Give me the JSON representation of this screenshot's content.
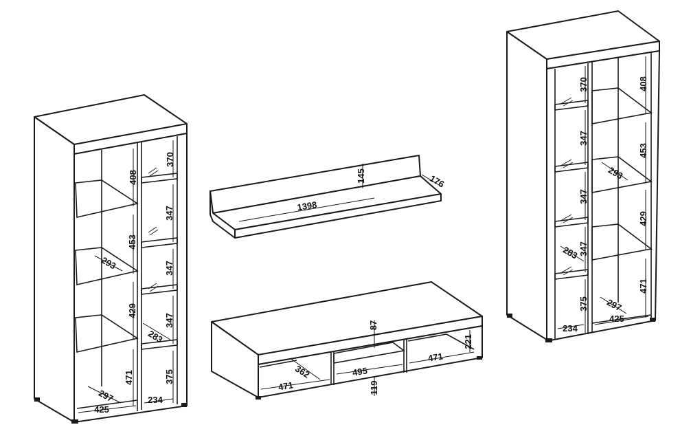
{
  "colors": {
    "line": "#1a1a1a",
    "background": "#ffffff"
  },
  "left_cabinet": {
    "dims": {
      "d408": "408",
      "d453": "453",
      "d293": "293",
      "d429": "429",
      "d471": "471",
      "d297": "297",
      "d425": "425",
      "d370": "370",
      "d347a": "347",
      "d347b": "347",
      "d347c": "347",
      "d283": "283",
      "d375": "375",
      "d234": "234"
    }
  },
  "wall_shelf": {
    "dims": {
      "d1398": "1398",
      "d145": "145",
      "d176": "176"
    }
  },
  "tv_stand": {
    "dims": {
      "d87": "87",
      "d221": "221",
      "d362": "362",
      "d471a": "471",
      "d495": "495",
      "d471b": "471",
      "d119": "119"
    }
  },
  "right_cabinet": {
    "dims": {
      "d370": "370",
      "d408": "408",
      "d347a": "347",
      "d453": "453",
      "d293": "293",
      "d347b": "347",
      "d429": "429",
      "d283": "283",
      "d347c": "347",
      "d471": "471",
      "d375": "375",
      "d297": "297",
      "d425": "425",
      "d234": "234"
    }
  }
}
